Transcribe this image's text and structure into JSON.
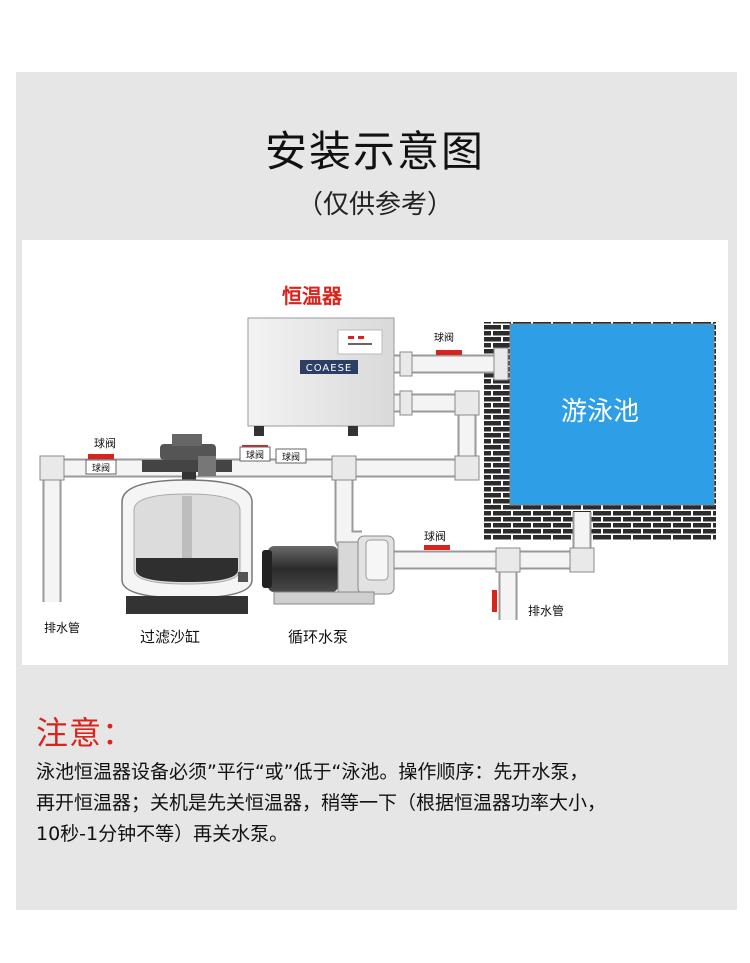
{
  "header": {
    "title": "安装示意图",
    "subtitle": "（仅供参考）"
  },
  "diagram": {
    "heater_label": "恒温器",
    "heater_brand": "COAESE",
    "pool_label": "游泳池",
    "valve_label": "球阀",
    "drain_label": "排水管",
    "filter_label": "过滤沙缸",
    "pump_label": "循环水泵"
  },
  "notice": {
    "title": "注意：",
    "lines": [
      "泳池恒温器设备必须”平行“或”低于“泳池。操作顺序：先开水泵，",
      "再开恒温器；关机是先关恒温器，稍等一下（根据恒温器功率大小，",
      "10秒-1分钟不等）再关水泵。"
    ]
  },
  "colors": {
    "accent_red": "#d8241c",
    "pool_blue": "#2e9ee6",
    "pipe": "#f2f2f2",
    "background": "#e6e6e6"
  }
}
